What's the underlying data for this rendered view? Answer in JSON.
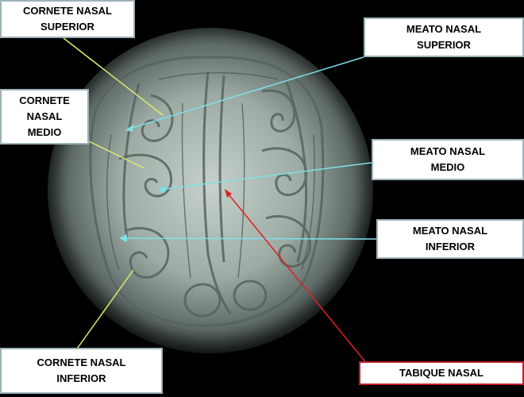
{
  "labels": {
    "cornete_superior": [
      "CORNETE NASAL",
      "SUPERIOR"
    ],
    "cornete_medio": [
      "CORNETE",
      "NASAL",
      "MEDIO"
    ],
    "cornete_inferior": [
      "CORNETE NASAL",
      "INFERIOR"
    ],
    "meato_superior": [
      "MEATO NASAL",
      "SUPERIOR"
    ],
    "meato_medio": [
      "MEATO NASAL",
      "MEDIO"
    ],
    "meato_inferior": [
      "MEATO NASAL",
      "INFERIOR"
    ],
    "tabique": [
      "TABIQUE NASAL"
    ]
  },
  "colors": {
    "cornete_pointer": "#d7ef6a",
    "meato_pointer": "#7fe0ea",
    "tabique_pointer": "#e02020",
    "tabique_border": "#c0202a",
    "label_border": "#9fb3b8"
  }
}
